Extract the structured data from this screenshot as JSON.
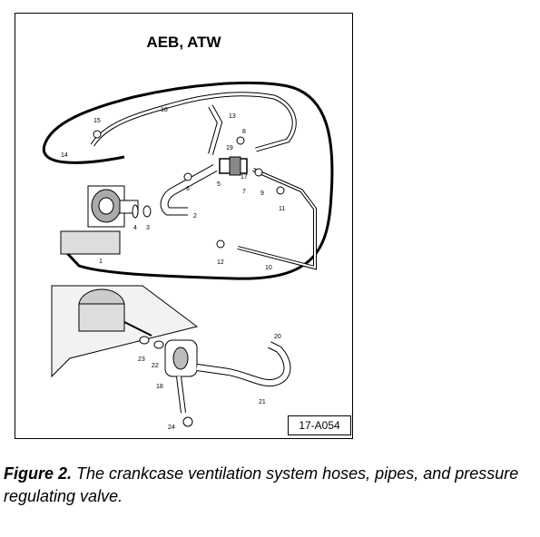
{
  "diagram": {
    "title": "AEB, ATW",
    "reference": "17-A054",
    "callouts": [
      "1",
      "2",
      "3",
      "4",
      "5",
      "6",
      "7",
      "8",
      "9",
      "10",
      "11",
      "12",
      "13",
      "14",
      "15",
      "16",
      "17",
      "18",
      "19",
      "20",
      "21",
      "22",
      "23",
      "24"
    ]
  },
  "caption": {
    "label": "Figure 2.",
    "text": "The crankcase ventilation system hoses, pipes, and pressure regulating valve."
  }
}
